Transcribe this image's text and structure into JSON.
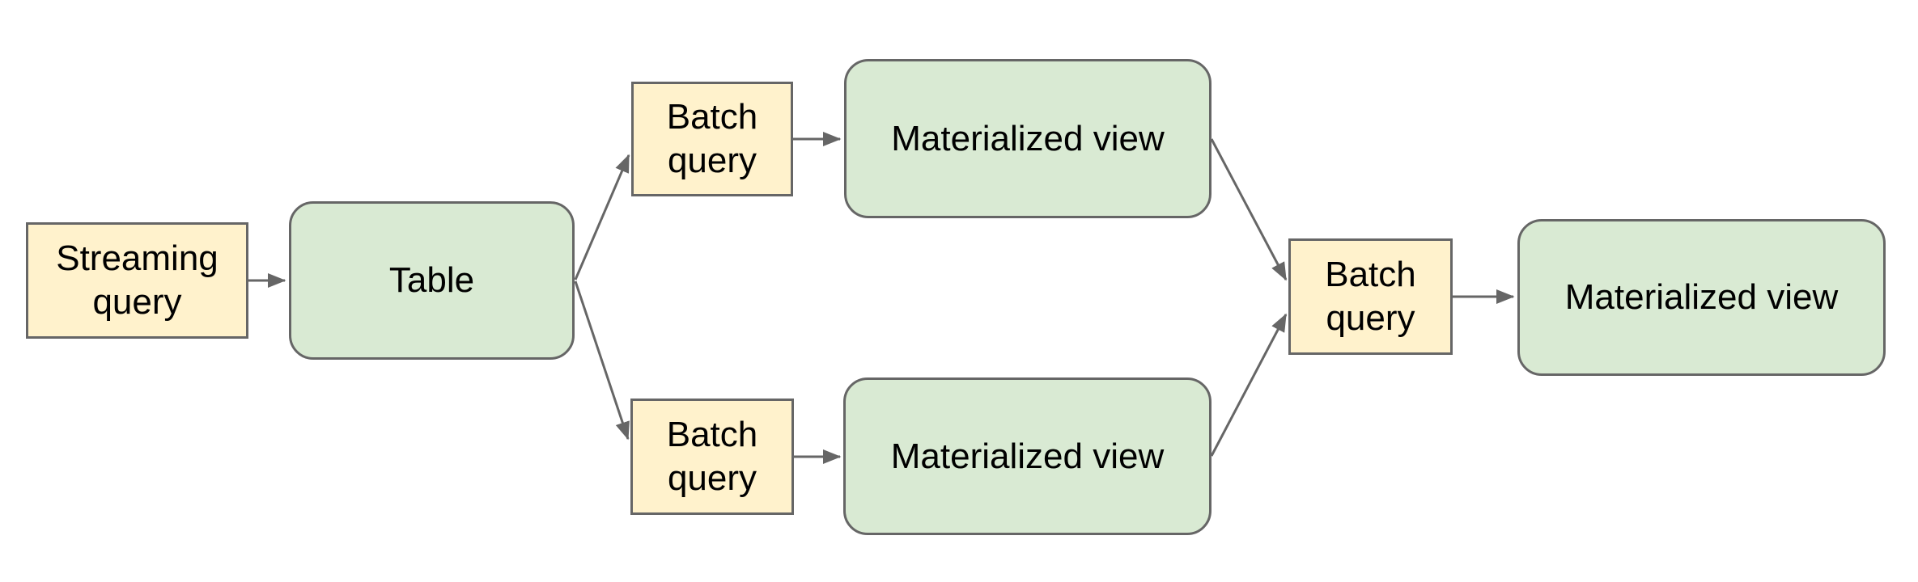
{
  "page": {
    "background": "#ffffff"
  },
  "diagram": {
    "colors": {
      "background": "#ffffff",
      "query_fill": "#fff2cc",
      "query_border": "#666666",
      "view_fill": "#d9ead3",
      "view_border": "#666666",
      "arrow": "#666666",
      "text": "#000000"
    },
    "nodes": [
      {
        "id": "streaming-query",
        "label": "Streaming query",
        "kind": "query"
      },
      {
        "id": "table",
        "label": "Table",
        "kind": "view"
      },
      {
        "id": "batch-query-top",
        "label": "Batch query",
        "kind": "query"
      },
      {
        "id": "materialized-view-top",
        "label": "Materialized view",
        "kind": "view"
      },
      {
        "id": "batch-query-bottom",
        "label": "Batch query",
        "kind": "query"
      },
      {
        "id": "materialized-view-bottom",
        "label": "Materialized view",
        "kind": "view"
      },
      {
        "id": "batch-query-merge",
        "label": "Batch query",
        "kind": "query"
      },
      {
        "id": "materialized-view-final",
        "label": "Materialized view",
        "kind": "view"
      }
    ],
    "edges": [
      {
        "from": "streaming-query",
        "to": "table"
      },
      {
        "from": "table",
        "to": "batch-query-top"
      },
      {
        "from": "table",
        "to": "batch-query-bottom"
      },
      {
        "from": "batch-query-top",
        "to": "materialized-view-top"
      },
      {
        "from": "batch-query-bottom",
        "to": "materialized-view-bottom"
      },
      {
        "from": "materialized-view-top",
        "to": "batch-query-merge"
      },
      {
        "from": "materialized-view-bottom",
        "to": "batch-query-merge"
      },
      {
        "from": "batch-query-merge",
        "to": "materialized-view-final"
      }
    ]
  }
}
